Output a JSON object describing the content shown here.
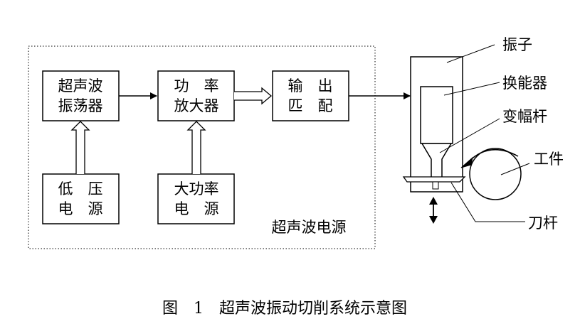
{
  "diagram": {
    "blocks": {
      "oscillator": {
        "line1": "超声波",
        "line2": "振荡器"
      },
      "amplifier": {
        "line1": "功　率",
        "line2": "放大器"
      },
      "matching": {
        "line1": "输　出",
        "line2": "匹　配"
      },
      "low_voltage": {
        "line1": "低　压",
        "line2": "电　源"
      },
      "high_power": {
        "line1": "大功率",
        "line2": "电　源"
      }
    },
    "power_supply_group_label": "超声波电源",
    "device_labels": {
      "vibrator": "振子",
      "transducer": "换能器",
      "horn": "变幅杆",
      "workpiece": "工件",
      "tool_bar": "刀杆"
    },
    "caption": "图　1　超声波振动切削系统示意图"
  }
}
